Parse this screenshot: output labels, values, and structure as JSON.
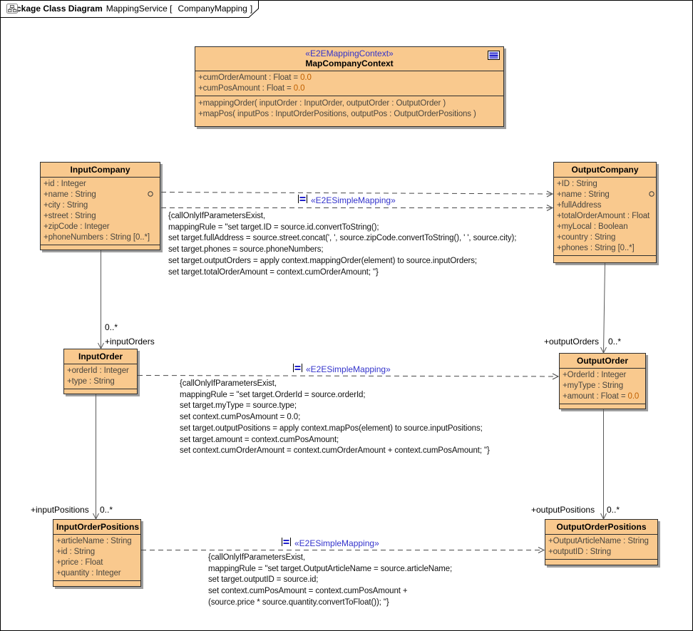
{
  "frame": {
    "title_bold": "package Class Diagram",
    "title_package": "MappingService [",
    "title_diagram": "CompanyMapping",
    "title_close": "]"
  },
  "colors": {
    "class_fill": "#F9C98E",
    "stereotype_blue": "#3333CC",
    "value_orange": "#C06000",
    "shadow_gray": "#9E9E9E",
    "line_gray": "#5A5A5A"
  },
  "icons": {
    "tab_icon": "diagram-hierarchy-icon",
    "context_corner_icon": "document-lines-icon",
    "mapping_icon": "mapping-note-icon"
  },
  "classes": {
    "context": {
      "stereotype": "«E2EMappingContext»",
      "name": "MapCompanyContext",
      "attributes": [
        {
          "t": "+cumOrderAmount : Float = ",
          "v": "0.0"
        },
        {
          "t": "+cumPosAmount : Float = ",
          "v": "0.0"
        }
      ],
      "operations": [
        "+mappingOrder( inputOrder : InputOrder, outputOrder : OutputOrder )",
        "+mapPos( inputPos : InputOrderPositions, outputPos : OutputOrderPositions )"
      ]
    },
    "input_company": {
      "name": "InputCompany",
      "attributes": [
        "+id : Integer",
        "+name : String",
        "+city : String",
        "+street : String",
        "+zipCode : Integer",
        "+phoneNumbers : String [0..*]"
      ]
    },
    "output_company": {
      "name": "OutputCompany",
      "attributes": [
        "+ID : String",
        "+name : String",
        "+fullAddress",
        "+totalOrderAmount : Float",
        "+myLocal : Boolean",
        "+country : String",
        "+phones : String [0..*]"
      ]
    },
    "input_order": {
      "name": "InputOrder",
      "attributes": [
        "+orderId : Integer",
        "+type : String"
      ]
    },
    "output_order": {
      "name": "OutputOrder",
      "attributes": [
        "+OrderId : Integer",
        "+myType : String",
        {
          "t": "+amount : Float = ",
          "v": "0.0"
        }
      ]
    },
    "input_order_positions": {
      "name": "InputOrderPositions",
      "attributes": [
        "+articleName : String",
        "+id : String",
        "+price : Float",
        "+quantity : Integer"
      ]
    },
    "output_order_positions": {
      "name": "OutputOrderPositions",
      "attributes": [
        "+OutputArticleName : String",
        "+outputID : String"
      ]
    }
  },
  "mappings": [
    {
      "stereotype": "«E2ESimpleMapping»",
      "note": [
        "{callOnlyIfParametersExist,",
        "mappingRule = \"set target.ID = source.id.convertToString();",
        "set target.fullAddress = source.street.concat(', ', source.zipCode.convertToString(), ' ', source.city);",
        "set target.phones = source.phoneNumbers;",
        "set target.outputOrders = apply context.mappingOrder(element) to source.inputOrders;",
        "set target.totalOrderAmount = context.cumOrderAmount; \"}"
      ]
    },
    {
      "stereotype": "«E2ESimpleMapping»",
      "note": [
        "{callOnlyIfParametersExist,",
        "mappingRule = \"set target.OrderId = source.orderId;",
        "set target.myType = source.type;",
        "set context.cumPosAmount = 0.0;",
        "set target.outputPositions = apply context.mapPos(element) to source.inputPositions;",
        "set target.amount = context.cumPosAmount;",
        "set context.cumOrderAmount = context.cumOrderAmount + context.cumPosAmount; \"}"
      ]
    },
    {
      "stereotype": "«E2ESimpleMapping»",
      "note": [
        "{callOnlyIfParametersExist,",
        "mappingRule = \"set target.OutputArticleName = source.articleName;",
        "set target.outputID = source.id;",
        "set context.cumPosAmount = context.cumPosAmount +",
        "(source.price * source.quantity.convertToFloat()); \"}"
      ]
    }
  ],
  "edge_labels": {
    "input_orders": {
      "mult": "0..*",
      "role": "+inputOrders"
    },
    "output_orders": {
      "role": "+outputOrders",
      "mult": "0..*"
    },
    "input_positions": {
      "role": "+inputPositions",
      "mult": "0..*"
    },
    "output_positions": {
      "role": "+outputPositions",
      "mult": "0..*"
    }
  }
}
